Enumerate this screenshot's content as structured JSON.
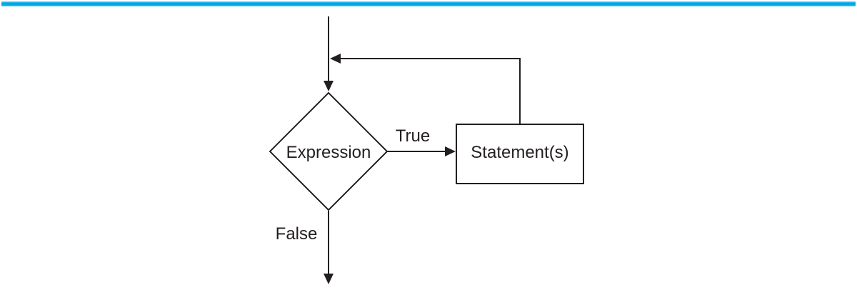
{
  "accent_bar": {
    "color": "#00A8E8"
  },
  "flowchart": {
    "line_color": "#231F20",
    "decision": {
      "label": "Expression"
    },
    "process": {
      "label": "Statement(s)"
    },
    "branches": {
      "true_label": "True",
      "false_label": "False"
    }
  }
}
